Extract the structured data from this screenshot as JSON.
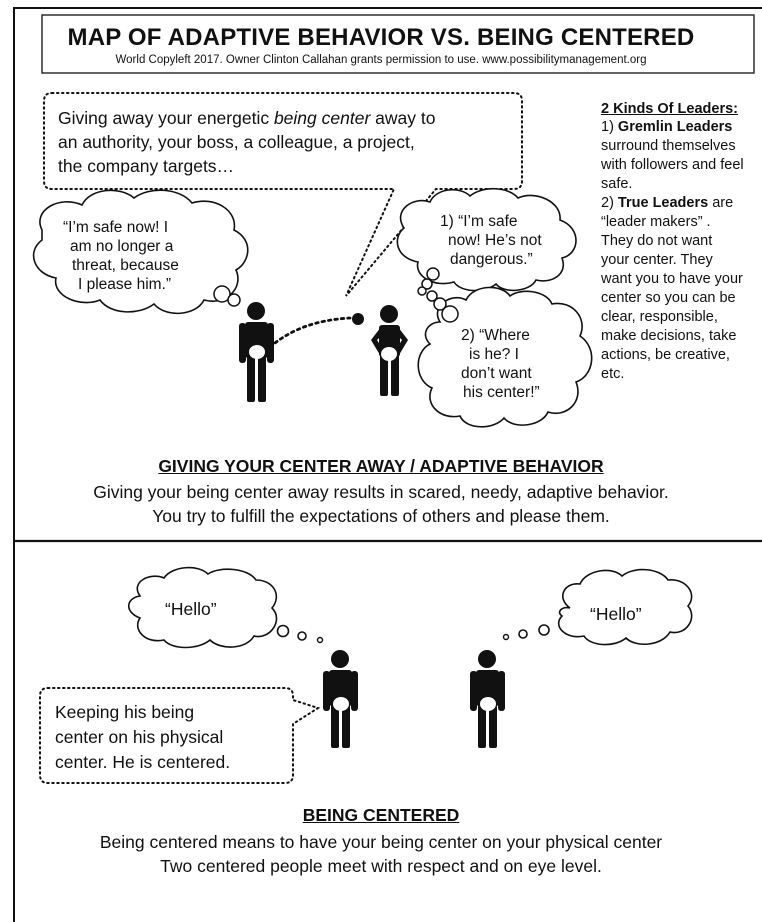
{
  "title": "MAP OF ADAPTIVE BEHAVIOR VS. BEING CENTERED",
  "copyright": "World Copyleft 2017. Owner Clinton Callahan grants permission to use. www.possibilitymanagement.org",
  "top": {
    "speech_box": [
      "Giving away your energetic ",
      "being center",
      " away to",
      "an authority, your boss, a colleague,  a project,",
      "the company targets…"
    ],
    "cloud_follower": [
      "“I’m safe now! I",
      "am no longer a",
      "threat, because",
      "I please him.”"
    ],
    "cloud_leader_1": [
      "1) “I’m safe",
      "now! He’s not",
      "dangerous.”"
    ],
    "cloud_leader_2": [
      "2) “Where",
      "is he? I",
      "don’t want",
      "his center!”"
    ],
    "leaders": {
      "title": "2 Kinds Of Leaders:",
      "item1_prefix": "1) ",
      "item1_bold": "Gremlin Leaders",
      "item1_lines": [
        "surround themselves",
        "with followers and feel",
        "safe."
      ],
      "item2_prefix": "2) ",
      "item2_bold": "True Leaders",
      "item2_after": " are",
      "item2_lines": [
        "“leader makers” .",
        "They do not want",
        "your center. They",
        "want you to have your",
        "center so you can be",
        "clear, responsible,",
        "make decisions, take",
        "actions, be creative,",
        "etc."
      ]
    },
    "heading": "GIVING YOUR CENTER AWAY / ADAPTIVE BEHAVIOR",
    "description": [
      "Giving your being center away results in scared, needy, adaptive behavior.",
      "You try to fulfill the expectations of others and please them."
    ]
  },
  "bottom": {
    "cloud_left": "“Hello”",
    "cloud_right": "“Hello”",
    "speech_box": [
      "Keeping his being",
      "center on his physical",
      "center. He is centered."
    ],
    "heading": "BEING CENTERED",
    "description": [
      "Being centered means to have your being center on your physical center",
      "Two centered people meet with respect and on eye level."
    ]
  }
}
